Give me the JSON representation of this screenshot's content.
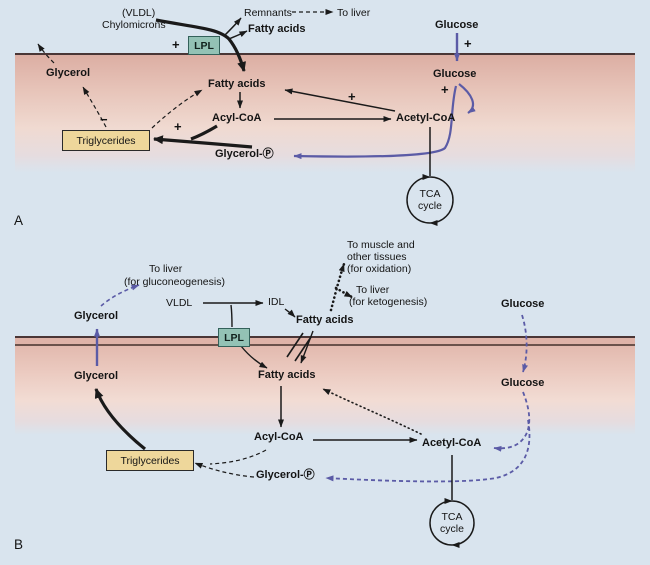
{
  "figure": {
    "colors": {
      "purple": "#5b5ba6",
      "black": "#1a1a1a",
      "lpl_box_bg": "#93c2b5",
      "triglycerides_box_bg": "#eed79b",
      "membrane_pink": "#dcb2a8",
      "background": "#d9e4ee"
    },
    "panel_a": {
      "panel_label": "A",
      "enzyme_lpl": "LPL",
      "signs": {
        "plus": "+",
        "minus": "−"
      },
      "extracellular": {
        "vldl": "(VLDL)",
        "chylomicrons": "Chylomicrons",
        "remnants": "Remnants",
        "to_liver": "To liver",
        "fatty_acids": "Fatty acids",
        "glucose": "Glucose"
      },
      "intracellular": {
        "glycerol": "Glycerol",
        "fatty_acids": "Fatty acids",
        "glucose": "Glucose",
        "triglycerides": "Triglycerides",
        "acyl_coa": "Acyl-CoA",
        "acetyl_coa": "Acetyl-CoA",
        "glycerol_p": "Glycerol-Ⓟ",
        "tca_line1": "TCA",
        "tca_line2": "cycle"
      }
    },
    "panel_b": {
      "panel_label": "B",
      "enzyme_lpl": "LPL",
      "extracellular": {
        "to_liver_gluconeogenesis_1": "To liver",
        "to_liver_gluconeogenesis_2": "(for gluconeogenesis)",
        "vldl": "VLDL",
        "idl": "IDL",
        "fatty_acids": "Fatty acids",
        "to_muscle_1": "To muscle and",
        "to_muscle_2": "other tissues",
        "to_muscle_3": "(for oxidation)",
        "to_liver_ketogenesis_1": "To liver",
        "to_liver_ketogenesis_2": "(for ketogenesis)",
        "glucose": "Glucose",
        "glycerol": "Glycerol"
      },
      "intracellular": {
        "glycerol": "Glycerol",
        "fatty_acids": "Fatty acids",
        "glucose": "Glucose",
        "triglycerides": "Triglycerides",
        "acyl_coa": "Acyl-CoA",
        "acetyl_coa": "Acetyl-CoA",
        "glycerol_p": "Glycerol-Ⓟ",
        "tca_line1": "TCA",
        "tca_line2": "cycle"
      }
    }
  }
}
